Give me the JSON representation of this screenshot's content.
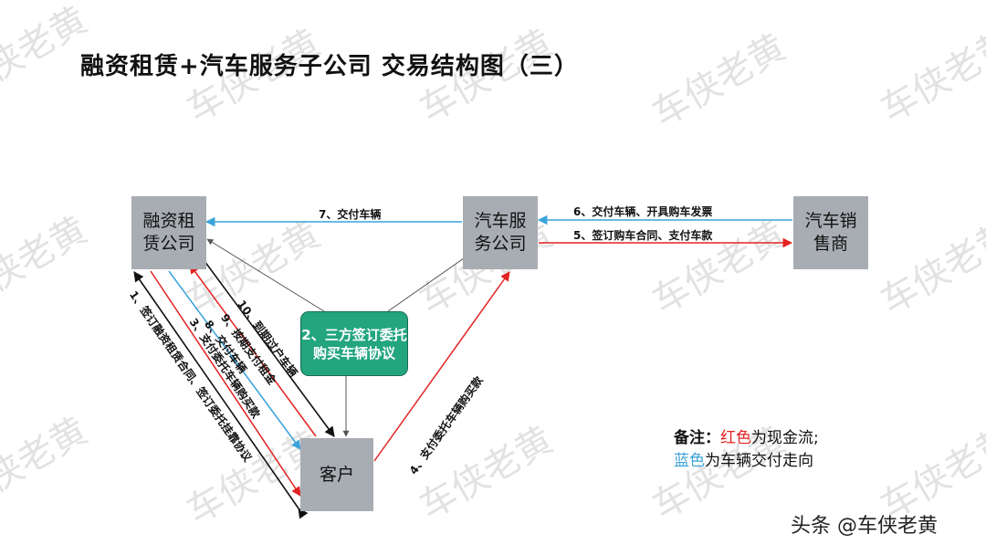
{
  "title": "融资租赁+汽车服务子公司 交易结构图（三）",
  "watermark_text": "车侠老黄",
  "nodes": {
    "leasing": {
      "line1": "融资租",
      "line2": "赁公司"
    },
    "service": {
      "line1": "汽车服",
      "line2": "务公司"
    },
    "dealer": {
      "line1": "汽车销",
      "line2": "售商"
    },
    "customer": {
      "label": "客户"
    },
    "agreement": {
      "line1": "2、三方签订",
      "line2": "委托购买车",
      "line3": "辆协议"
    }
  },
  "edges": {
    "e1": "1、签订融资租赁合同、签订委托挂靠协议",
    "e3": "3、支付委托车辆购买款",
    "e4": "4、支付委托车辆购买款",
    "e5": "5、签订购车合同、支付车款",
    "e6": "6、交付车辆、开具购车发票",
    "e7": "7、交付车辆",
    "e8": "8、交付车辆",
    "e9": "9、按期支付租金",
    "e10": "10、到期过户车辆"
  },
  "note": {
    "prefix": "备注：",
    "red": "红色",
    "red_suffix": "为现金流;",
    "blue": "蓝色",
    "blue_suffix": "为车辆交付走向"
  },
  "footer": "头条 @车侠老黄",
  "colors": {
    "cash_flow": "#e32222",
    "delivery": "#3aa3d9",
    "box_gray": "#a8adb3",
    "agreement_green": "#23a57e"
  }
}
